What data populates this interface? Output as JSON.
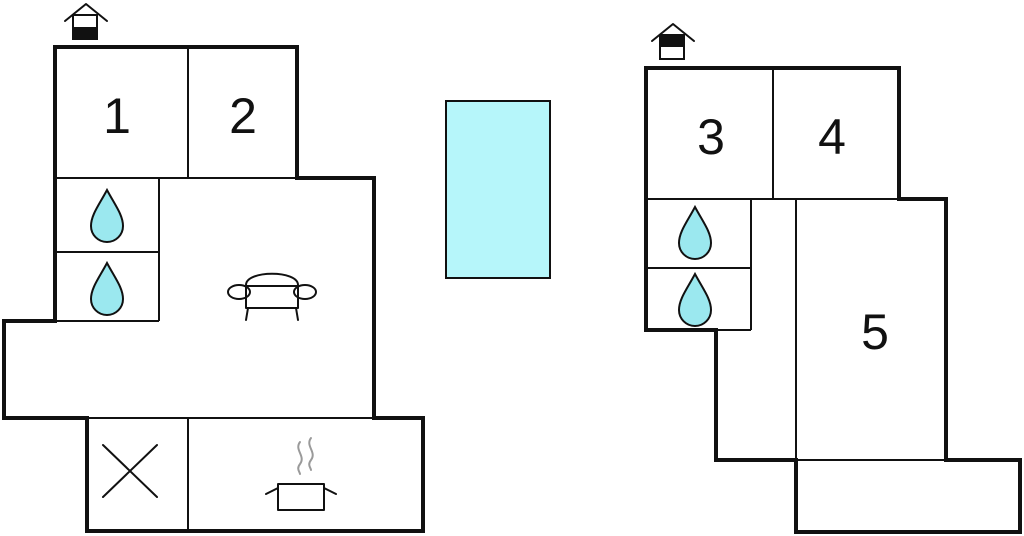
{
  "colors": {
    "wall": "#111111",
    "background": "#ffffff",
    "water": "#9be8ef",
    "pool": "#b6f6fa",
    "steam": "#9a9a9a"
  },
  "icons": {
    "entrance": "house-entrance-icon",
    "bathroom": "water-drop-icon",
    "living": "sofa-icon",
    "kitchen": "cooking-pot-icon",
    "misc": "cross-icon"
  },
  "rooms": {
    "r1": "1",
    "r2": "2",
    "r3": "3",
    "r4": "4",
    "r5": "5"
  }
}
